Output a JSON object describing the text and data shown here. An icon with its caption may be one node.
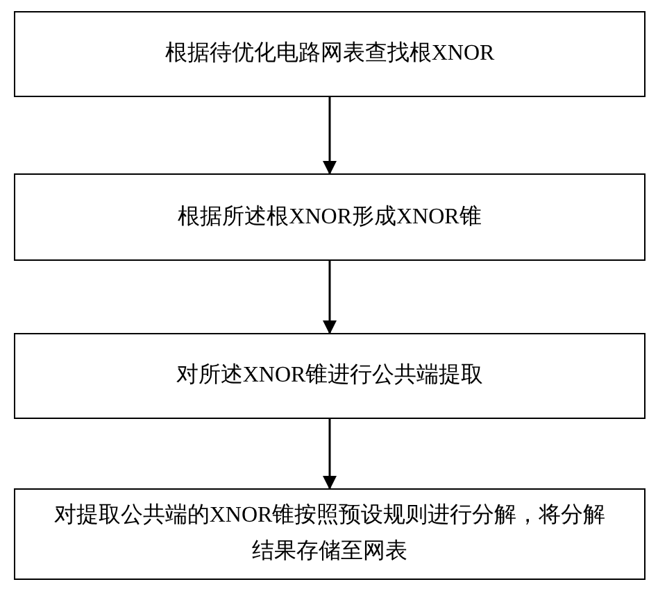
{
  "diagram": {
    "nodes": [
      {
        "text": [
          "根据待优化电路网表查找根XNOR"
        ]
      },
      {
        "text": [
          "根据所述根XNOR形成XNOR锥"
        ]
      },
      {
        "text": [
          "对所述XNOR锥进行公共端提取"
        ]
      },
      {
        "text": [
          "对提取公共端的XNOR锥按照预设规则进行分解，将分解结果存储至网表"
        ]
      }
    ],
    "edges": [
      {
        "from": 0,
        "to": 1,
        "arrow": "to"
      },
      {
        "from": 1,
        "to": 2,
        "arrow": "to"
      },
      {
        "from": 2,
        "to": 3,
        "arrow": "to"
      }
    ]
  }
}
